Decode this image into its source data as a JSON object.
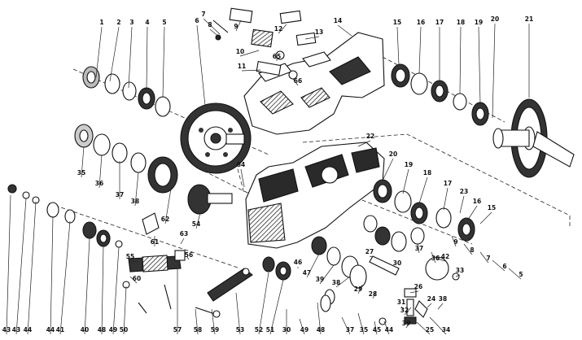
{
  "diagram": {
    "callouts": [
      "1",
      "2",
      "3",
      "4",
      "5",
      "6",
      "7",
      "8",
      "9",
      "10",
      "11",
      "12",
      "13",
      "14",
      "15",
      "16",
      "17",
      "18",
      "19",
      "20",
      "21",
      "22",
      "20",
      "19",
      "18",
      "17",
      "23",
      "16",
      "15",
      "35",
      "36",
      "37",
      "38",
      "62",
      "64",
      "65",
      "66",
      "54",
      "43",
      "43",
      "44",
      "44",
      "41",
      "40",
      "48",
      "49",
      "50",
      "55",
      "60",
      "61",
      "63",
      "56",
      "57",
      "58",
      "59",
      "53",
      "52",
      "51",
      "30",
      "49",
      "48",
      "46",
      "47",
      "39",
      "38",
      "37",
      "35",
      "45",
      "44",
      "42",
      "33",
      "34",
      "24",
      "25",
      "26",
      "27",
      "28",
      "29",
      "30",
      "31",
      "32",
      "39",
      "38",
      "37",
      "36",
      "9",
      "8",
      "7",
      "6",
      "5",
      "4",
      "3",
      "2",
      "1"
    ],
    "colors": {
      "ink": "#111111",
      "paper": "#ffffff",
      "shade": "#2a2a2a",
      "highlight": "#d8d8d8"
    }
  }
}
